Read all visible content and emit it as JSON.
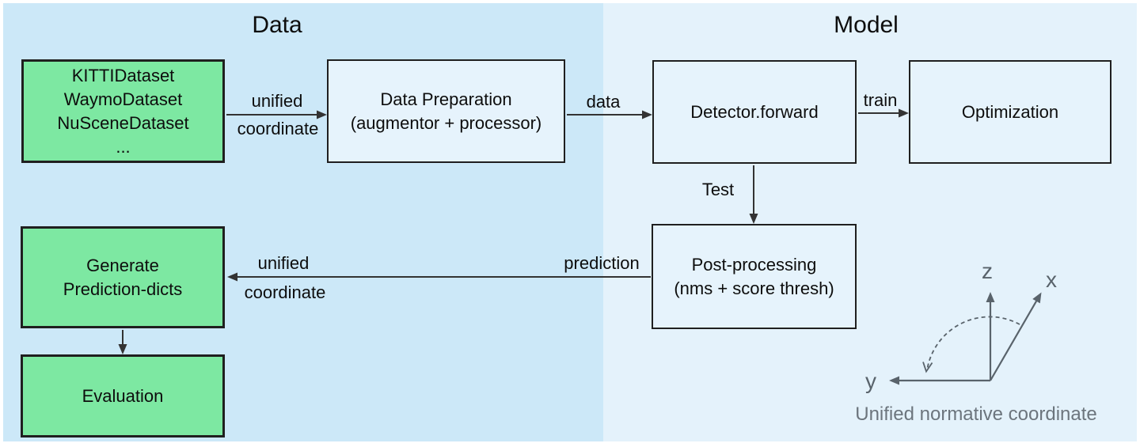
{
  "sections": {
    "data": {
      "title": "Data"
    },
    "model": {
      "title": "Model"
    }
  },
  "nodes": {
    "datasets": {
      "lines": [
        "KITTIDataset",
        "WaymoDataset",
        "NuSceneDataset",
        "..."
      ]
    },
    "data_preparation": {
      "lines": [
        "Data Preparation",
        "(augmentor + processor)"
      ]
    },
    "detector": {
      "lines": [
        "Detector.forward"
      ]
    },
    "optimization": {
      "lines": [
        "Optimization"
      ]
    },
    "post_processing": {
      "lines": [
        "Post-processing",
        "(nms + score thresh)"
      ]
    },
    "generate_prediction": {
      "lines": [
        "Generate",
        "Prediction-dicts"
      ]
    },
    "evaluation": {
      "lines": [
        "Evaluation"
      ]
    }
  },
  "edge_labels": {
    "unified_top_1": "unified",
    "unified_top_2": "coordinate",
    "data": "data",
    "train": "train",
    "test": "Test",
    "prediction": "prediction",
    "unified_bottom_1": "unified",
    "unified_bottom_2": "coordinate"
  },
  "coordinate_diagram": {
    "axis_z": "z",
    "axis_x": "x",
    "axis_y": "y",
    "caption": "Unified normative coordinate"
  },
  "colors": {
    "data_section_bg": "#cce8f8",
    "model_section_bg": "#e4f2fb",
    "dataset_node_fill": "#7de8a2",
    "process_node_fill": "#e6f3fc",
    "node_border": "#1f1f1f",
    "arrow": "#333333",
    "axis_gray": "#59636b"
  }
}
